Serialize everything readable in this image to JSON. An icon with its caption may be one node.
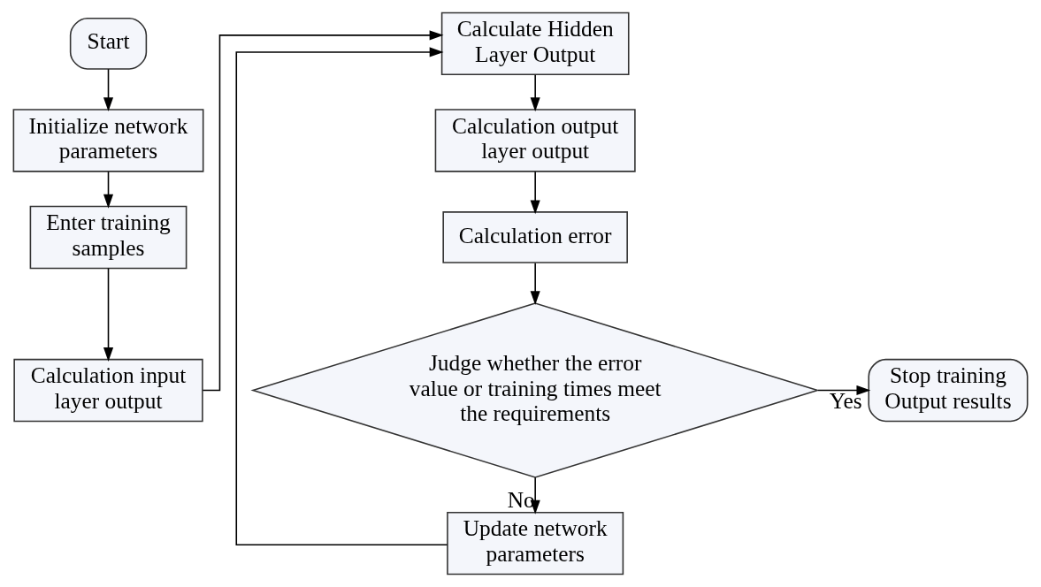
{
  "diagram": {
    "nodes": [
      {
        "text": [
          "Start"
        ]
      },
      {
        "text": [
          "Initialize network parameters"
        ]
      },
      {
        "text": [
          "Enter training samples"
        ]
      },
      {
        "text": [
          "Calculation input layer output"
        ]
      },
      {
        "text": [
          "Calculate Hidden Layer Output"
        ]
      },
      {
        "text": [
          "Calculation output layer output"
        ]
      },
      {
        "text": [
          "Calculation error"
        ]
      },
      {
        "text": [
          "Judge whether the error value or training times meet the requirements"
        ]
      },
      {
        "text": [
          "Stop training Output results"
        ]
      },
      {
        "text": [
          "Update network parameters"
        ]
      }
    ],
    "edges": [
      {
        "from": 0,
        "to": 1,
        "arrow": "to"
      },
      {
        "from": 1,
        "to": 2,
        "arrow": "to"
      },
      {
        "from": 2,
        "to": 3,
        "arrow": "to"
      },
      {
        "from": 3,
        "to": 4,
        "arrow": "to"
      },
      {
        "from": 4,
        "to": 5,
        "arrow": "to"
      },
      {
        "from": 5,
        "to": 6,
        "arrow": "to"
      },
      {
        "from": 6,
        "to": 7,
        "arrow": "to"
      },
      {
        "from": 7,
        "to": 8,
        "arrow": "to",
        "label": "Yes"
      },
      {
        "from": 7,
        "to": 9,
        "arrow": "to",
        "label": "No"
      },
      {
        "from": 9,
        "to": 4,
        "arrow": "to"
      }
    ]
  }
}
